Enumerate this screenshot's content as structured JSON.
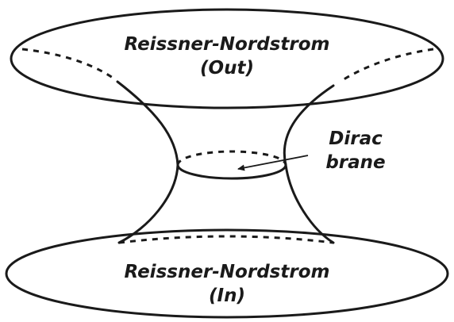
{
  "labels": {
    "top_line1": "Reissner-Nordstrom",
    "top_line2": "(Out)",
    "bottom_line1": "Reissner-Nordstrom",
    "bottom_line2": "(In)",
    "brane_line1": "Dirac",
    "brane_line2": "brane"
  }
}
